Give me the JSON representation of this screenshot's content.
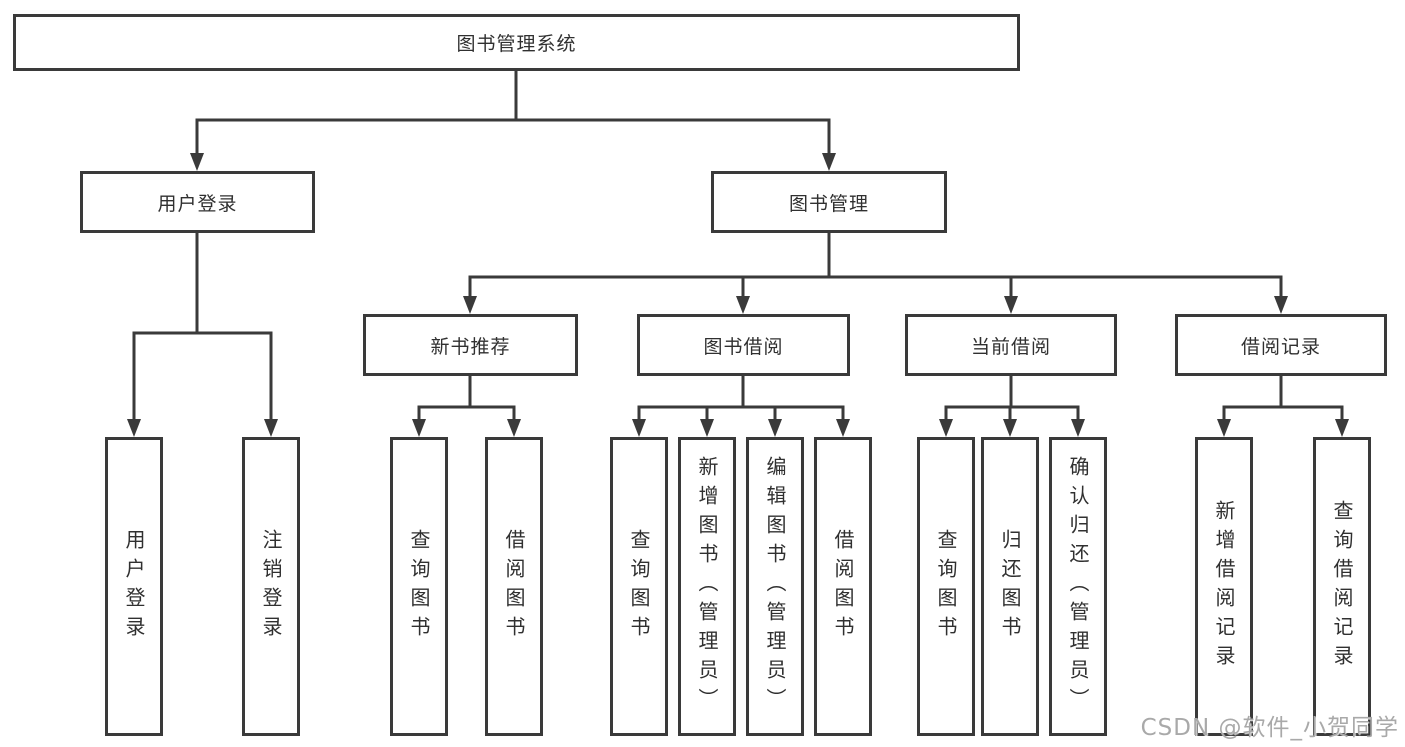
{
  "diagram": {
    "root": {
      "label": "图书管理系统"
    },
    "level1": [
      {
        "label": "用户登录"
      },
      {
        "label": "图书管理"
      }
    ],
    "level2": [
      {
        "label": "新书推荐"
      },
      {
        "label": "图书借阅"
      },
      {
        "label": "当前借阅"
      },
      {
        "label": "借阅记录"
      }
    ],
    "leaves": {
      "user_login": [
        "用户登录",
        "注销登录"
      ],
      "new_books": [
        "查询图书",
        "借阅图书"
      ],
      "book_borrow": [
        "查询图书",
        "新增图书（管理员）",
        "编辑图书（管理员）",
        "借阅图书"
      ],
      "current_borrow": [
        "查询图书",
        "归还图书",
        "确认归还（管理员）"
      ],
      "borrow_records": [
        "新增借阅记录",
        "查询借阅记录"
      ]
    }
  },
  "watermark": {
    "text": "CSDN @软件_小贺同学"
  },
  "colors": {
    "line": "#3a3a3a",
    "border": "#3a3a3a",
    "text": "#303030",
    "watermark": "#a9a9a9",
    "background": "#ffffff"
  }
}
